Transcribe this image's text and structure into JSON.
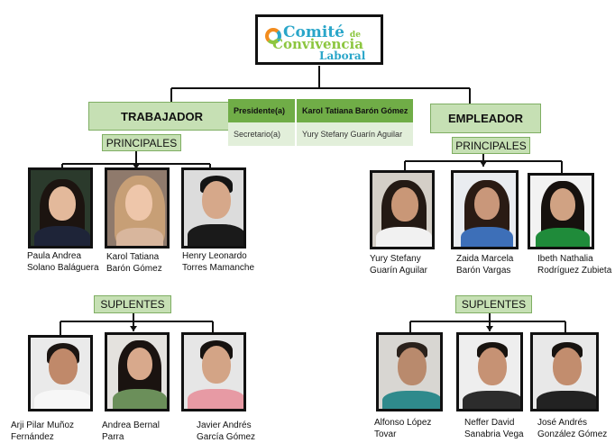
{
  "logo": {
    "line1": "Comité",
    "line1_small": "de",
    "line2": "Convivencia",
    "line3": "Laboral"
  },
  "left": {
    "header": "TRABAJADOR",
    "principal_label": "PRINCIPALES",
    "suplente_label": "SUPLENTES",
    "principales": [
      {
        "line1": "Paula Andrea",
        "line2": "Solano Baláguera"
      },
      {
        "line1": "Karol Tatiana",
        "line2": "Barón Gómez"
      },
      {
        "line1": "Henry Leonardo",
        "line2": "Torres Mamanche"
      }
    ],
    "suplentes": [
      {
        "line1": "Arji Pilar Muñoz",
        "line2": "Fernández"
      },
      {
        "line1": "Andrea  Bernal",
        "line2": "Parra"
      },
      {
        "line1": "Javier Andrés",
        "line2": "García Gómez"
      }
    ]
  },
  "right": {
    "header": "EMPLEADOR",
    "principal_label": "PRINCIPALES",
    "suplente_label": "SUPLENTES",
    "principales": [
      {
        "line1": "Yury Stefany",
        "line2": "Guarín Aguilar"
      },
      {
        "line1": "Zaida Marcela",
        "line2": "Barón Vargas"
      },
      {
        "line1": "Ibeth Nathalia",
        "line2": "Rodríguez Zubieta"
      }
    ],
    "suplentes": [
      {
        "line1": "Alfonso López",
        "line2": "Tovar"
      },
      {
        "line1": "Neffer David",
        "line2": "Sanabria Vega"
      },
      {
        "line1": "José Andrés",
        "line2": "González Gómez"
      }
    ]
  },
  "officers": {
    "president_role": "Presidente(a)",
    "president_name": "Karol  Tatiana Barón Gómez",
    "secretary_role": "Secretario(a)",
    "secretary_name": "Yury Stefany Guarín Aguilar"
  },
  "colors": {
    "box_fill": "#c6e0b4",
    "table_header": "#70ad47",
    "table_body": "#e2efda"
  }
}
